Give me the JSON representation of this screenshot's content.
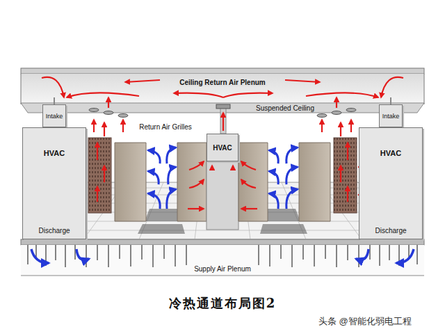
{
  "diagram": {
    "caption": "冷热通道布局图2",
    "nodes": [
      {
        "text": [
          "Intake"
        ]
      },
      {
        "text": [
          "HVAC",
          "Discharge"
        ]
      },
      {
        "text": [
          "HVAC"
        ]
      },
      {
        "text": [
          "Intake"
        ]
      },
      {
        "text": [
          "HVAC",
          "Discharge"
        ]
      }
    ],
    "labels": [
      "Ceiling Return Air Plenum",
      "Suspended Ceiling",
      "Return Air Grilles",
      "Supply Air Plenum",
      "头条 @智能化弱电工程"
    ]
  }
}
